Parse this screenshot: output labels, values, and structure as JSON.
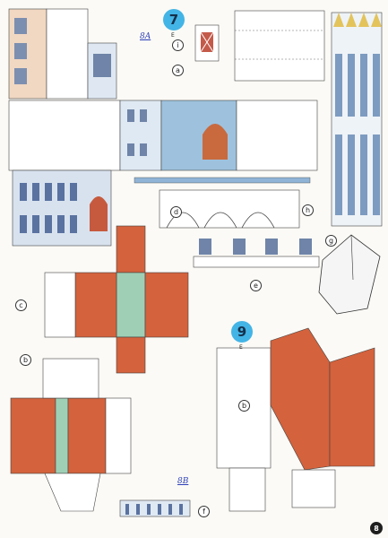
{
  "sheet_numbers": [
    "7",
    "9"
  ],
  "badge_subtext": "E",
  "part_labels": [
    "a",
    "b",
    "c",
    "d",
    "e",
    "f",
    "g",
    "h",
    "i"
  ],
  "handwritten_notes": [
    "8A",
    "8B"
  ],
  "page_number": "8",
  "colors": {
    "roof_orange": "#d4623c",
    "glue_tab_green": "#9fd0b5",
    "facade_blue": "#8fb4d6",
    "badge_blue": "#43b4e6"
  }
}
